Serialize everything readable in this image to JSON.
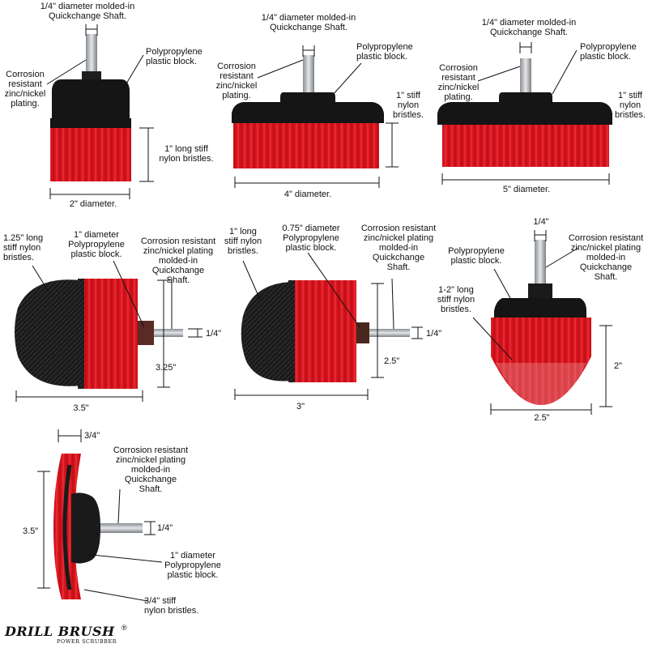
{
  "brushes": [
    {
      "id": "flat-2in",
      "labels": {
        "shaft": [
          "1/4\" diameter molded-in",
          "Quickchange Shaft."
        ],
        "block": [
          "Polypropylene",
          "plastic block."
        ],
        "plating": [
          "Corrosion",
          "resistant",
          "zinc/nickel",
          "plating."
        ],
        "bristles": [
          "1\" long stiff",
          "nylon bristles."
        ],
        "diameter": "2\" diameter."
      }
    },
    {
      "id": "flat-4in",
      "labels": {
        "shaft": [
          "1/4\" diameter molded-in",
          "Quickchange Shaft."
        ],
        "block": [
          "Polypropylene",
          "plastic block."
        ],
        "plating": [
          "Corrosion",
          "resistant",
          "zinc/nickel",
          "plating."
        ],
        "bristles": [
          "1\" stiff",
          "nylon",
          "bristles."
        ],
        "diameter": "4\" diameter."
      }
    },
    {
      "id": "flat-5in",
      "labels": {
        "shaft": [
          "1/4\" diameter molded-in",
          "Quickchange Shaft."
        ],
        "block": [
          "Polypropylene",
          "plastic block."
        ],
        "plating": [
          "Corrosion",
          "resistant",
          "zinc/nickel",
          "plating."
        ],
        "bristles": [
          "1\" stiff",
          "nylon",
          "bristles."
        ],
        "diameter": "5\" diameter."
      }
    },
    {
      "id": "round-large",
      "labels": {
        "bristles": [
          "1.25\" long",
          "stiff nylon",
          "bristles."
        ],
        "block": [
          "1\" diameter",
          "Polypropylene",
          "plastic block."
        ],
        "plating": [
          "Corrosion resistant",
          "zinc/nickel plating",
          "molded-in",
          "Quickchange",
          "Shaft."
        ],
        "shaft_dim": "1/4\"",
        "height": "3.25\"",
        "width": "3.5\""
      }
    },
    {
      "id": "round-small",
      "labels": {
        "bristles": [
          "1\" long",
          "stiff nylon",
          "bristles."
        ],
        "block": [
          "0.75\" diameter",
          "Polypropylene",
          "plastic block."
        ],
        "plating": [
          "Corrosion resistant",
          "zinc/nickel plating",
          "molded-in",
          "Quickchange",
          "Shaft."
        ],
        "shaft_dim": "1/4\"",
        "height": "2.5\"",
        "width": "3\""
      }
    },
    {
      "id": "cone",
      "labels": {
        "shaft_dim": "1/4\"",
        "block": [
          "Polypropylene",
          "plastic block."
        ],
        "plating": [
          "Corrosion resistant",
          "zinc/nickel plating",
          "molded-in",
          "Quickchange",
          "Shaft."
        ],
        "bristles": [
          "1-2\" long",
          "stiff nylon",
          "bristles."
        ],
        "height": "2\"",
        "width": "2.5\""
      }
    },
    {
      "id": "wheel",
      "labels": {
        "thickness": "3/4\"",
        "plating": [
          "Corrosion resistant",
          "zinc/nickel plating",
          "molded-in",
          "Quickchange",
          "Shaft."
        ],
        "diameter": "3.5\"",
        "shaft_dim": "1/4\"",
        "block": [
          "1\" diameter",
          "Polypropylene",
          "plastic block."
        ],
        "bristles": [
          "3/4\" stiff",
          "nylon bristles."
        ]
      }
    }
  ],
  "logo": {
    "main": "DRILL BRUSH",
    "sub": "POWER SCRUBBER",
    "reg": "®"
  },
  "colors": {
    "bristle_red": "#d8141d",
    "bristle_black": "#1a1a1a",
    "block_black": "#151515",
    "shaft_silver": "#b8bcc0",
    "puck": "#5a2a24"
  }
}
